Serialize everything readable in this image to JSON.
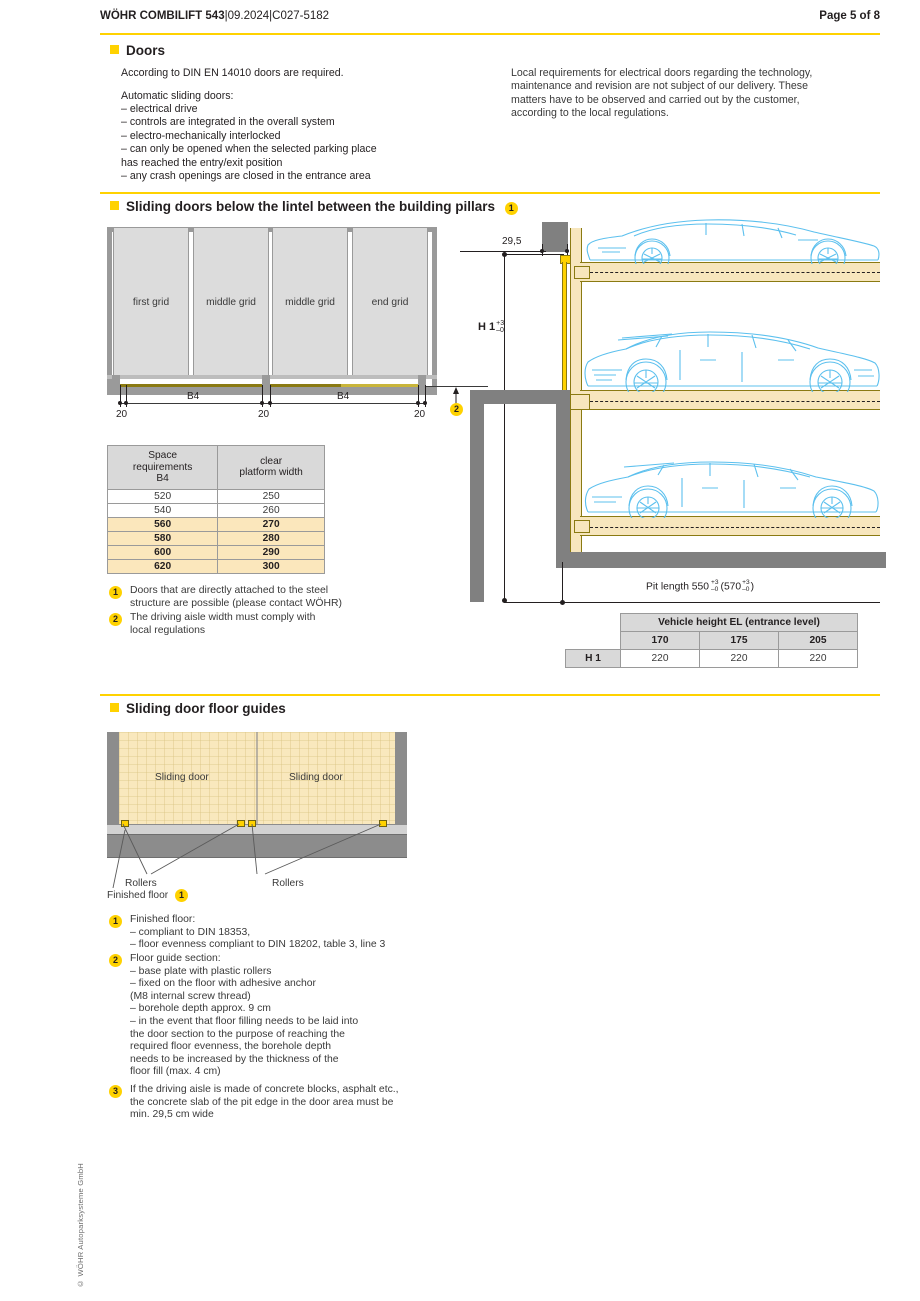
{
  "header": {
    "product": "WÖHR COMBILIFT 543",
    "date": "09.2024",
    "doc_code": "C027-5182",
    "sep": "|",
    "page_label": "Page 5 of 8"
  },
  "sections": {
    "doors": {
      "title": "Doors",
      "intro": "According to DIN EN 14010 doors are required.",
      "list_title": "Automatic sliding doors:",
      "list": "– electrical drive\n– controls are integrated in the overall system\n– electro-mechanically interlocked\n– can only be opened when the selected parking place\n   has reached the entry/exit position\n– any crash openings are closed in the entrance area",
      "right_note": "Local requirements for electrical doors regarding the technology,\nmaintenance and revision are not subject of our delivery. These\nmatters have to be observed and carried out by the customer,\naccording to the local regulations."
    },
    "lintel": {
      "title": "Sliding doors below the lintel between the building pillars",
      "title_marker": "1",
      "plan": {
        "panels": [
          "first grid",
          "middle grid",
          "middle grid",
          "end grid"
        ],
        "dims_bottom": [
          "20",
          "20",
          "20"
        ],
        "span_labels": [
          "B4",
          "B4"
        ],
        "aisle_marker": "2"
      },
      "table": {
        "headers": [
          "Space\nrequirements\nB4",
          "clear\nplatform width"
        ],
        "rows": [
          {
            "b4": "520",
            "width": "250",
            "highlight": false
          },
          {
            "b4": "540",
            "width": "260",
            "highlight": false
          },
          {
            "b4": "560",
            "width": "270",
            "highlight": true
          },
          {
            "b4": "580",
            "width": "280",
            "highlight": true
          },
          {
            "b4": "600",
            "width": "290",
            "highlight": true
          },
          {
            "b4": "620",
            "width": "300",
            "highlight": true
          }
        ]
      },
      "footnotes": [
        {
          "n": "1",
          "text": "Doors that are directly attached to the steel\nstructure are possible (please contact WÖHR)"
        },
        {
          "n": "2",
          "text": "The driving aisle width must comply with\nlocal regulations"
        }
      ],
      "section_dims": {
        "top_dim": "29,5",
        "height_label": "H 1",
        "height_tol_plus": "+3",
        "height_tol_minus": "–0",
        "pit_length": "Pit length 550",
        "pit_tol_plus": "+3",
        "pit_tol_minus": "–0",
        "pit_alt_open": "(570",
        "pit_alt_close": ")"
      },
      "vehicle_table": {
        "group_header": "Vehicle height EL (entrance level)",
        "columns": [
          "170",
          "175",
          "205"
        ],
        "row_label": "H 1",
        "values": [
          "220",
          "220",
          "220"
        ]
      }
    },
    "floor_guides": {
      "title": "Sliding door floor guides",
      "door_labels": [
        "Sliding door",
        "Sliding door"
      ],
      "roller_labels": [
        "Rollers",
        "Rollers"
      ],
      "finished_floor_label": "Finished floor",
      "finished_floor_marker": "1",
      "footnotes": [
        {
          "n": "1",
          "text": "Finished floor:\n   – compliant to DIN 18353,\n   – floor evenness compliant to DIN 18202, table 3, line 3"
        },
        {
          "n": "2",
          "text": "Floor guide section:\n   – base plate with plastic rollers\n   – fixed on the floor with adhesive anchor\n     (M8 internal screw thread)\n   – borehole depth approx. 9 cm\n   – in the event that floor filling needs to be laid into\n     the door section to the purpose of reaching the\n     required floor evenness, the borehole depth\n     needs to be increased by the thickness of the\n     floor fill (max. 4 cm)"
        },
        {
          "n": "3",
          "text": "If the driving aisle is made of concrete blocks, asphalt etc.,\nthe concrete slab of the pit edge in the door area must be\nmin. 29,5 cm wide"
        }
      ]
    }
  },
  "footer": {
    "copyright": "© WÖHR Autoparksysteme GmbH"
  },
  "colors": {
    "accent": "#ffd200",
    "text": "#231f20",
    "body_text": "#3a3a3a",
    "table_header": "#d9d9d9",
    "highlight_row": "#fbe7bc",
    "concrete": "#808080",
    "deck": "#f7e6bd",
    "car_line": "#5cc0ee"
  }
}
